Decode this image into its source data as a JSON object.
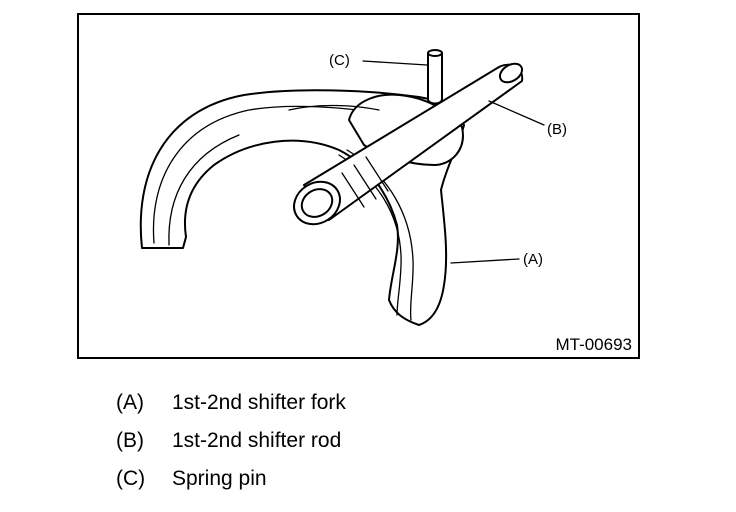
{
  "figure": {
    "code": "MT-00693",
    "callouts": {
      "a": "(A)",
      "b": "(B)",
      "c": "(C)"
    }
  },
  "legend": [
    {
      "key": "(A)",
      "text": "1st-2nd shifter fork"
    },
    {
      "key": "(B)",
      "text": "1st-2nd shifter rod"
    },
    {
      "key": "(C)",
      "text": "Spring pin"
    }
  ]
}
